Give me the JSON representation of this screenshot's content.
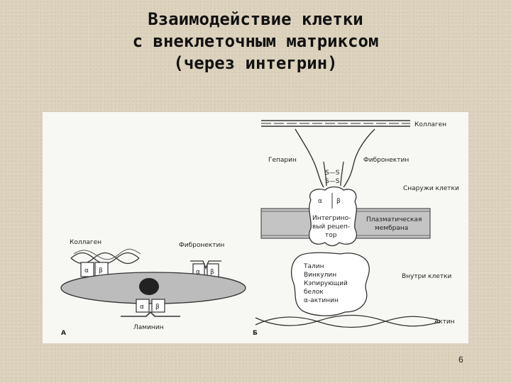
{
  "slide": {
    "title_lines": [
      "Взаимодействие клетки",
      "с внеклеточным матриксом",
      "(через интегрин)"
    ],
    "page_number": "6"
  },
  "diagram": {
    "panel_a": {
      "letter": "А",
      "labels": {
        "collagen": "Коллаген",
        "fibronectin": "Фибронектин",
        "laminin": "Ламинин",
        "alpha": "α",
        "beta": "β"
      }
    },
    "panel_b": {
      "letter": "Б",
      "labels": {
        "collagen": "Коллаген",
        "heparin": "Гепарин",
        "fibronectin": "Фибронектин",
        "disulfide_top": "S—S",
        "disulfide_bottom": "S—S",
        "outside": "Снаружи клетки",
        "alpha": "α",
        "beta": "β",
        "receptor": [
          "Интегрино-",
          "вый рецеп-",
          "тор"
        ],
        "membrane": [
          "Плазматическая",
          "мембрана"
        ],
        "inside": "Внутри клетки",
        "proteins": [
          "Талин",
          "Винкулин",
          "Кэпирующий",
          "белок",
          "α-актинин"
        ],
        "actin": "Актин"
      }
    }
  }
}
